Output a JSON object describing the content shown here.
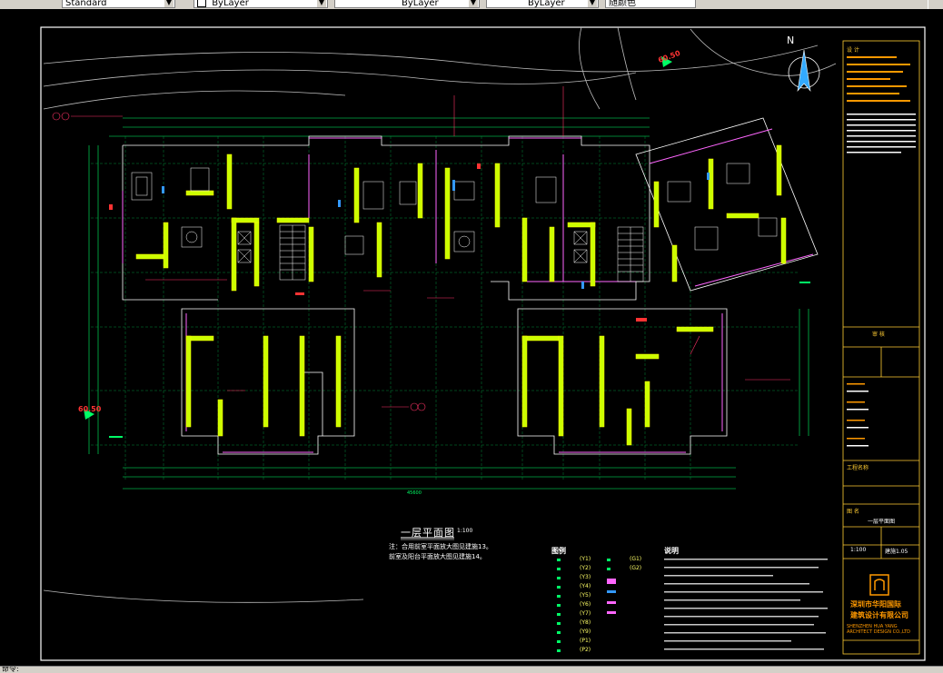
{
  "toolbar": {
    "text_style": "Standard",
    "layer_1": "ByLayer",
    "layer_2": "ByLayer",
    "layer_3": "ByLayer",
    "plot_style": "随颜色"
  },
  "drawing": {
    "title": "一层平面图",
    "scale": "1:100",
    "notes": [
      "注：合用前室平面放大图见建施13。",
      "    前室及阳台平面放大图见建施14。"
    ],
    "elevation_top": "60.50",
    "elevation_left": "60.50",
    "north_label": "N",
    "overall_dim": "45600"
  },
  "legend": {
    "heading": "图例",
    "items": [
      {
        "code": "(Y1)"
      },
      {
        "code": "(Y2)"
      },
      {
        "code": "(Y3)"
      },
      {
        "code": "(Y4)"
      },
      {
        "code": "(Y5)"
      },
      {
        "code": "(Y6)"
      },
      {
        "code": "(Y7)"
      },
      {
        "code": "(Y8)"
      },
      {
        "code": "(Y9)"
      },
      {
        "code": "(P1)"
      },
      {
        "code": "(P2)"
      }
    ],
    "items_right": [
      {
        "code": "(G1)"
      },
      {
        "code": "(G2)"
      }
    ]
  },
  "explanation": {
    "heading": "说明"
  },
  "title_block": {
    "label_design": "设 计",
    "label_check": "审 核",
    "label_project": "工程名称",
    "label_drawing": "图 名",
    "drawing_name": "一层平面图",
    "scale": "1:100",
    "sheet_no": "建施1.05",
    "company_cn_1": "深圳市华阳国际",
    "company_cn_2": "建筑设计有限公司",
    "company_en": "SHENZHEN HUA YANG ARCHITECT DESIGN CO.,LTD"
  },
  "status": {
    "text": "命令:"
  },
  "colors": {
    "wall": "#ffff00",
    "wall_fill": "#ccff00",
    "axis": "#00cc44",
    "dimension": "#00ff66",
    "furniture": "#ffffff",
    "annotation": "#ff3366",
    "window": "#ff66ff",
    "door": "#3399ff",
    "title_block": "#ffcc33",
    "background": "#000000"
  }
}
